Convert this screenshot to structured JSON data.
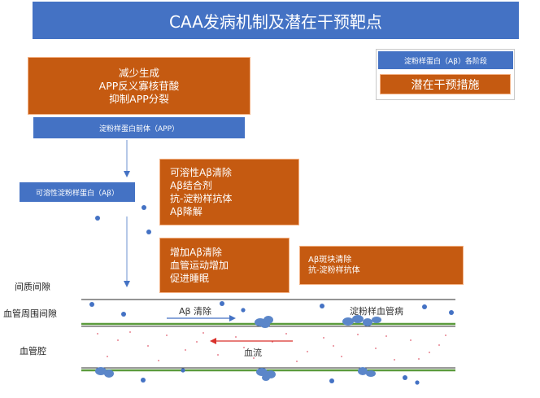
{
  "title": "CAA发病机制及潜在干预靶点",
  "legend": {
    "stage_label": "淀粉样蛋白（Aβ）各阶段",
    "intervention_label": "潜在干预措施"
  },
  "box_reduce": [
    "减少生成",
    "APP反义寡核苷酸",
    "抑制APP分裂"
  ],
  "label_app": "淀粉样蛋白前体（APP）",
  "label_soluble": "可溶性淀粉样蛋白（Aβ）",
  "box_clearance": [
    "可溶性Aβ清除",
    "Aβ结合剂",
    "抗-淀粉样抗体",
    "Aβ降解"
  ],
  "box_sleep": [
    "增加Aβ清除",
    "血管运动增加",
    "促进睡眠"
  ],
  "box_plaque": [
    "Aβ斑块清除",
    "抗-淀粉样抗体"
  ],
  "left_labels": {
    "interstitial": "间质间隙",
    "perivascular": "血管周围间隙",
    "lumen": "血管腔"
  },
  "vessel": {
    "abeta_clearance": "Aβ 清除",
    "caa": "淀粉样血管病",
    "blood_flow": "血流"
  },
  "colors": {
    "blue": "#4472C4",
    "orange": "#C55A11",
    "green": "#5B9B3C",
    "arrow_red": "#D9312B"
  }
}
